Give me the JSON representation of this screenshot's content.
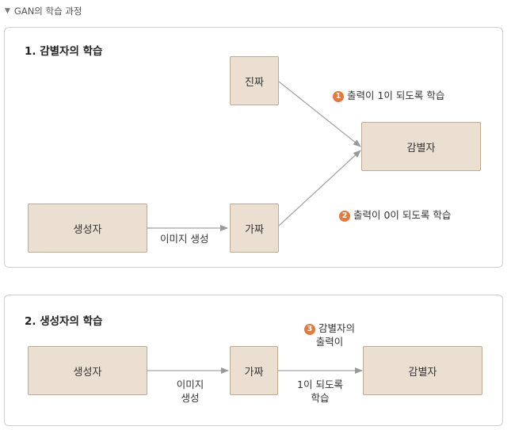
{
  "header": {
    "title": "GAN의 학습 과정"
  },
  "panel1": {
    "title": "1. 감별자의 학습",
    "boxes": {
      "real": "진짜",
      "discriminator": "감별자",
      "generator": "생성자",
      "fake": "가짜"
    },
    "labels": {
      "step1_num": "1",
      "step1": "출력이 1이 되도록 학습",
      "step2_num": "2",
      "step2": "출력이 0이 되도록 학습",
      "image_gen": "이미지 생성"
    }
  },
  "panel2": {
    "title": "2. 생성자의 학습",
    "boxes": {
      "generator": "생성자",
      "fake": "가짜",
      "discriminator": "감별자"
    },
    "labels": {
      "step3_num": "3",
      "step3_line1": "감별자의",
      "step3_line2": "출력이",
      "image_gen_line1": "이미지",
      "image_gen_line2": "생성",
      "train_line1": "1이 되도록",
      "train_line2": "학습"
    }
  }
}
